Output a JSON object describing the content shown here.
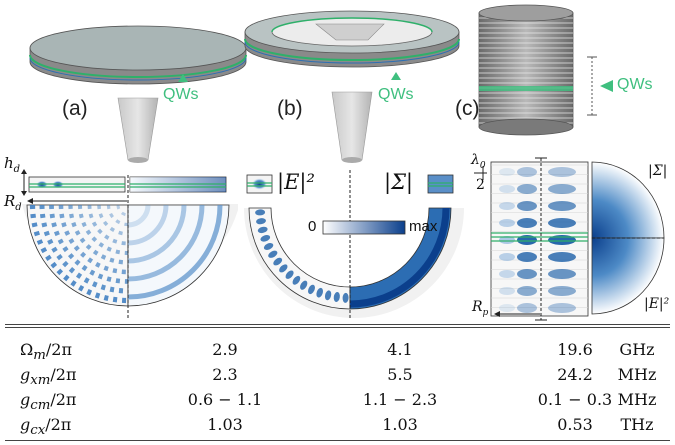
{
  "figure": {
    "panel_labels": [
      "(a)",
      "(b)",
      "(c)"
    ],
    "qw_label": "QWs",
    "symbols": {
      "hd": "h",
      "hd_sub": "d",
      "Rd": "R",
      "Rd_sub": "d",
      "E2": "|E|²",
      "Sigma": "|Σ|",
      "lambda_num": "λ",
      "lambda_sub": "0",
      "lambda_den": "2",
      "Rp": "R",
      "Rp_sub": "p",
      "sigma_c": "|Σ|",
      "e2_c": "|E|²"
    },
    "colorbar": {
      "min_label": "0",
      "max_label": "max",
      "low_color": "#ffffff",
      "high_color": "#0b3f8c"
    },
    "colors": {
      "qw_green": "#3fbf7f",
      "mode_blue": "#1c5fa8",
      "disk_gray": "#bdbdbd"
    }
  },
  "table": {
    "rows": [
      {
        "sym": "Ω",
        "sub": "m",
        "tail": "/2π",
        "v1": "2.9",
        "v2": "4.1",
        "v3": "19.6",
        "unit": "GHz"
      },
      {
        "sym": "g",
        "sub": "xm",
        "tail": "/2π",
        "v1": "2.3",
        "v2": "5.5",
        "v3": "24.2",
        "unit": "MHz"
      },
      {
        "sym": "g",
        "sub": "cm",
        "tail": "/2π",
        "v1": "0.6 − 1.1",
        "v2": "1.1 − 2.3",
        "v3": "0.1 − 0.3",
        "unit": "MHz"
      },
      {
        "sym": "g",
        "sub": "cx",
        "tail": "/2π",
        "v1": "1.03",
        "v2": "1.03",
        "v3": "0.53",
        "unit": "THz"
      }
    ]
  }
}
